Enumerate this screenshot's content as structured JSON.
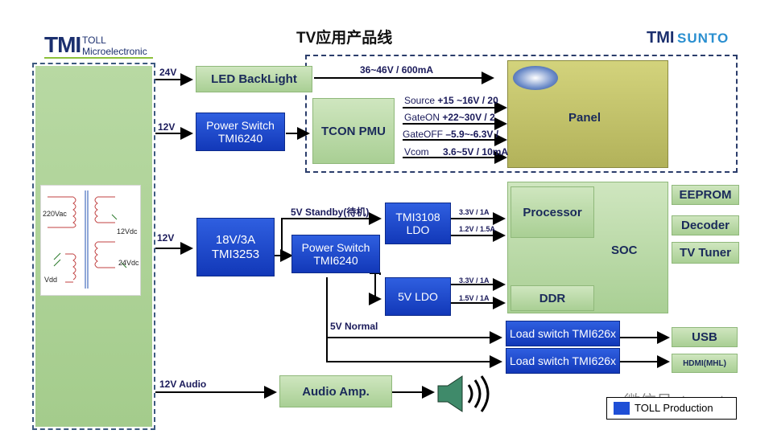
{
  "title": "TV应用产品线",
  "logo_left": {
    "mark": "TMI",
    "line1": "TOLL",
    "line2": "Microelectronic"
  },
  "logo_right": {
    "mark": "TMI",
    "text": "SUNTO"
  },
  "transformer": {
    "in": "220Vac",
    "out1": "12Vdc",
    "out2": "24Vdc",
    "aux": "Vdd"
  },
  "rails": {
    "r24": "24V",
    "r12a": "12V",
    "r12b": "12V",
    "audio": "12V Audio"
  },
  "blocks": {
    "led": "LED BackLight",
    "psw1": "Power Switch TMI6240",
    "tcon": "TCON PMU",
    "panel": "Panel",
    "buck": "18V/3A TMI3253",
    "psw2": "Power Switch TMI6240",
    "ldo1": "TMI3108 LDO",
    "ldo2": "5V LDO",
    "processor": "Processor",
    "soc": "SOC",
    "ddr": "DDR",
    "eeprom": "EEPROM",
    "decoder": "Decoder",
    "tuner": "TV Tuner",
    "ls1": "Load switch TMI626x",
    "ls2": "Load switch TMI626x",
    "usb": "USB",
    "hdmi": "HDMI(MHL)",
    "audio": "Audio Amp."
  },
  "labels": {
    "backlight": "36~46V / 600mA",
    "source_name": "Source",
    "source_val": "+15 ~16V / 20",
    "gateon_name": "GateON",
    "gateon_val": "+22~30V / 2",
    "gateoff_name": "GateOFF",
    "gateoff_val": "–5.9~-6.3V /",
    "vcom_name": "Vcom",
    "vcom_val": "3.6~5V / 10mA",
    "standby": "5V Standby(待机)",
    "normal": "5V Normal",
    "ldo1_a": "3.3V / 1A",
    "ldo1_b": "1.2V / 1.5A",
    "ldo2_a": "3.3V / 1A",
    "ldo2_b": "1.5V / 1A"
  },
  "watermark": "微信号: tcecpt",
  "legend": "TOLL Production",
  "colors": {
    "green": "#b6d8a2",
    "blue": "#1f4fd6",
    "panel": "#c4c46a",
    "dash": "#2b3d6b"
  }
}
